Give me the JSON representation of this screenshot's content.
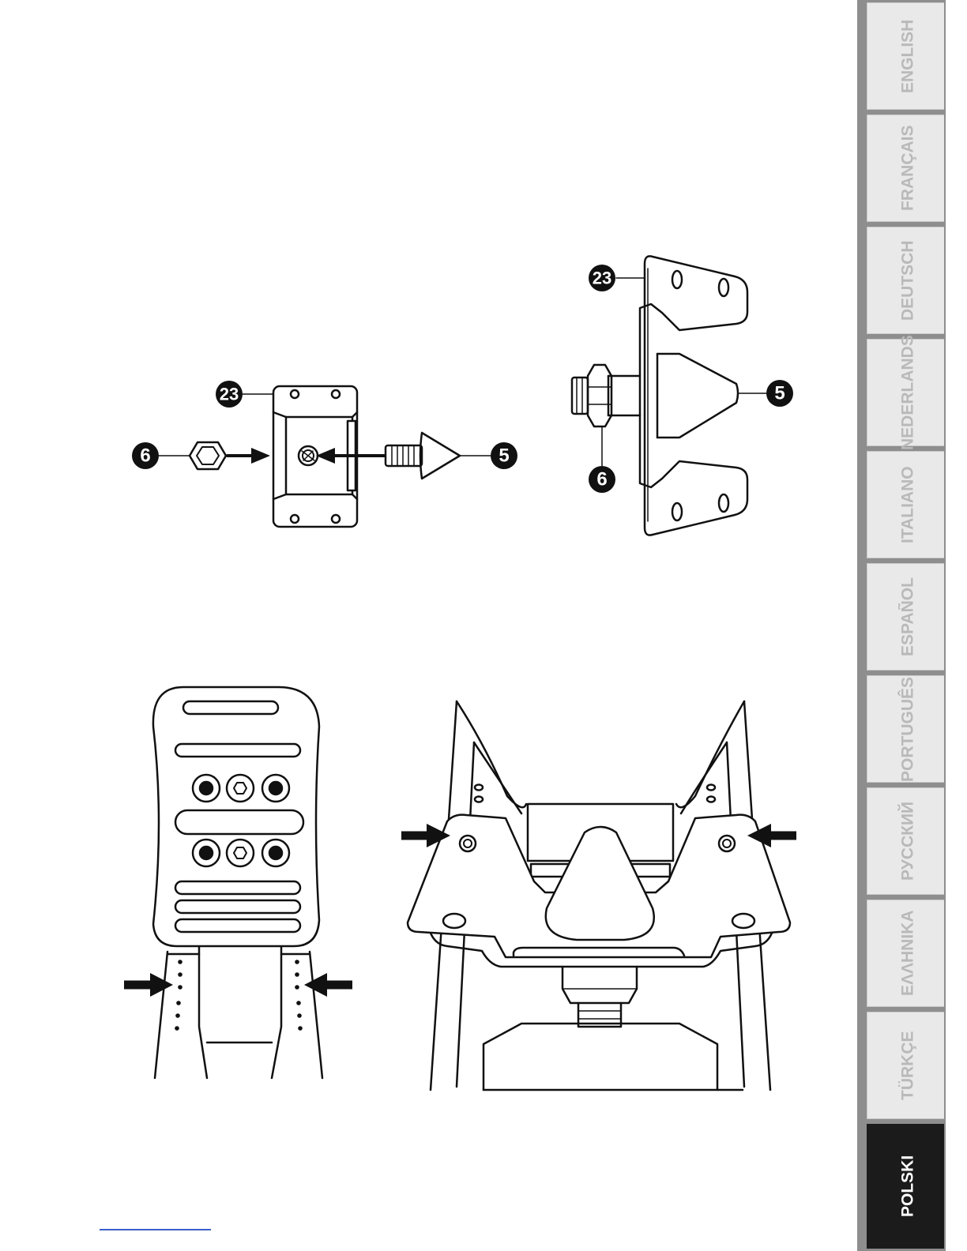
{
  "languages": [
    {
      "label": "ENGLISH",
      "active": false
    },
    {
      "label": "FRANÇAIS",
      "active": false
    },
    {
      "label": "DEUTSCH",
      "active": false
    },
    {
      "label": "NEDERLANDS",
      "active": false
    },
    {
      "label": "ITALIANO",
      "active": false
    },
    {
      "label": "ESPAÑOL",
      "active": false
    },
    {
      "label": "PORTUGUÊS",
      "active": false
    },
    {
      "label": "РУССКИЙ",
      "active": false
    },
    {
      "label": "ΕΛΛΗΝΙΚΑ",
      "active": false
    },
    {
      "label": "TÜRKÇE",
      "active": false
    },
    {
      "label": "POLSKI",
      "active": true
    }
  ],
  "callouts": {
    "plate_a": "23",
    "nut_a": "6",
    "cone_a": "5",
    "plate_b": "23",
    "cone_b": "5",
    "nut_b": "6"
  },
  "colors": {
    "line": "#111111",
    "tab_bg": "#e9e9e9",
    "tab_active": "#1b1b1b",
    "tab_text": "#b9b9b9"
  }
}
